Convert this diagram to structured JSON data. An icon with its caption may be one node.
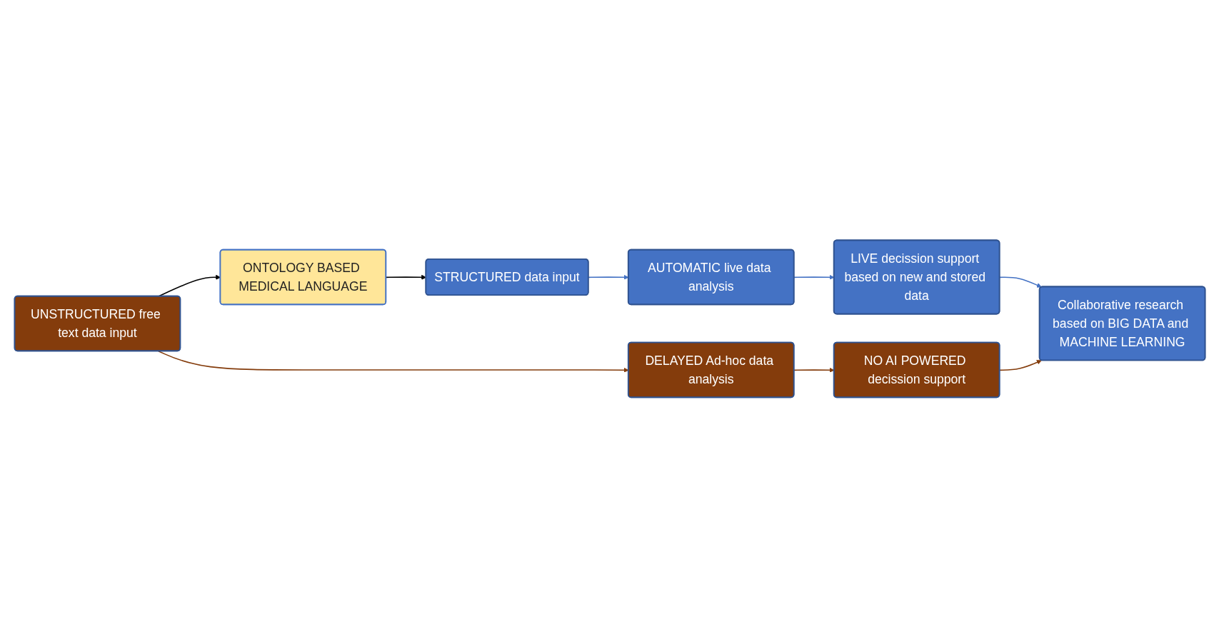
{
  "diagram": {
    "nodes": [
      {
        "text": [
          "STRUCTURED data input"
        ]
      },
      {
        "text": [
          "AUTOMATIC live data analysis"
        ]
      },
      {
        "text": [
          "LIVE decission support based on new and stored data"
        ]
      },
      {
        "text": [
          "Collaborative research based on BIG DATA and MACHINE LEARNING"
        ]
      },
      {
        "text": [
          "ONTOLOGY BASED MEDICAL LANGUAGE"
        ]
      },
      {
        "text": [
          "UNSTRUCTURED free text data input"
        ]
      },
      {
        "text": [
          "DELAYED Ad-hoc data analysis"
        ]
      },
      {
        "text": [
          "NO AI POWERED decission support"
        ]
      }
    ],
    "edges": [
      {
        "from": 0,
        "to": 1,
        "arrow": "to",
        "color": "#4472c4"
      },
      {
        "from": 1,
        "to": 2,
        "arrow": "to",
        "color": "#4472c4"
      },
      {
        "from": 2,
        "to": 3,
        "arrow": "to",
        "color": "#4472c4"
      },
      {
        "from": 4,
        "to": 0,
        "arrow": "to",
        "color": "#000000"
      },
      {
        "from": 5,
        "to": 4,
        "arrow": "to",
        "color": "#000000"
      },
      {
        "from": 5,
        "to": 6,
        "arrow": "to",
        "color": "#843c0c"
      },
      {
        "from": 6,
        "to": 7,
        "arrow": "to",
        "color": "#843c0c"
      },
      {
        "from": 7,
        "to": 3,
        "arrow": "to",
        "color": "#843c0c"
      }
    ]
  }
}
